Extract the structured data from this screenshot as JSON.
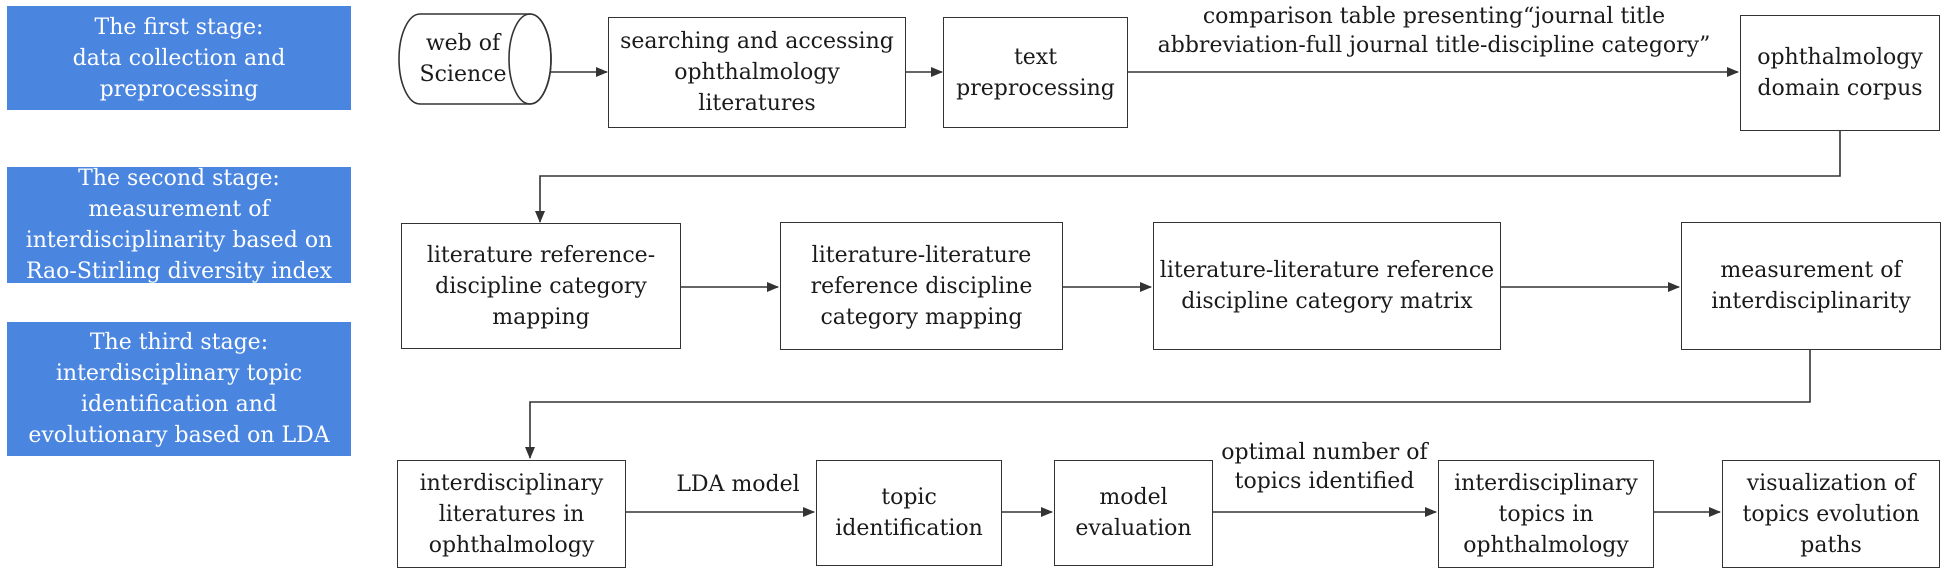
{
  "stages": [
    {
      "id": "stage1",
      "label": "The first stage:\ndata collection and\npreprocessing"
    },
    {
      "id": "stage2",
      "label": "The second stage:\nmeasurement of\ninterdisciplinarity based on\nRao-Stirling diversity index"
    },
    {
      "id": "stage3",
      "label": "The third stage:\ninterdisciplinary topic\nidentification  and\nevolutionary based on LDA"
    }
  ],
  "nodes": {
    "web_of_science": "web of\nScience",
    "searching": "searching and accessing\nophthalmology\nliteratures",
    "text_preprocessing": "text\npreprocessing",
    "domain_corpus": "ophthalmology\ndomain corpus",
    "lit_ref_mapping": "literature reference-\ndiscipline category\nmapping",
    "lit_lit_mapping": "literature-literature\nreference discipline\ncategory mapping",
    "lit_lit_matrix": "literature-literature reference\ndiscipline  category matrix",
    "measurement": "measurement of\ninterdisciplinarity",
    "interdisc_lit": "interdisciplinary\nliteratures in\nophthalmology",
    "topic_identification": "topic\nidentification",
    "model_evaluation": "model\nevaluation",
    "interdisc_topics": "interdisciplinary\ntopics in\nophthalmology",
    "visualization": "visualization of\ntopics evolution\npaths"
  },
  "edge_labels": {
    "comparison_table": "comparison table presenting“journal title\nabbreviation-full journal title-discipline category”",
    "lda_model": "LDA model",
    "optimal_topics": "optimal number of\ntopics identified"
  },
  "colors": {
    "stage_fill": "#4a86e0",
    "stage_text": "#ffffff",
    "box_border": "#333333",
    "text": "#1a1a1a"
  }
}
